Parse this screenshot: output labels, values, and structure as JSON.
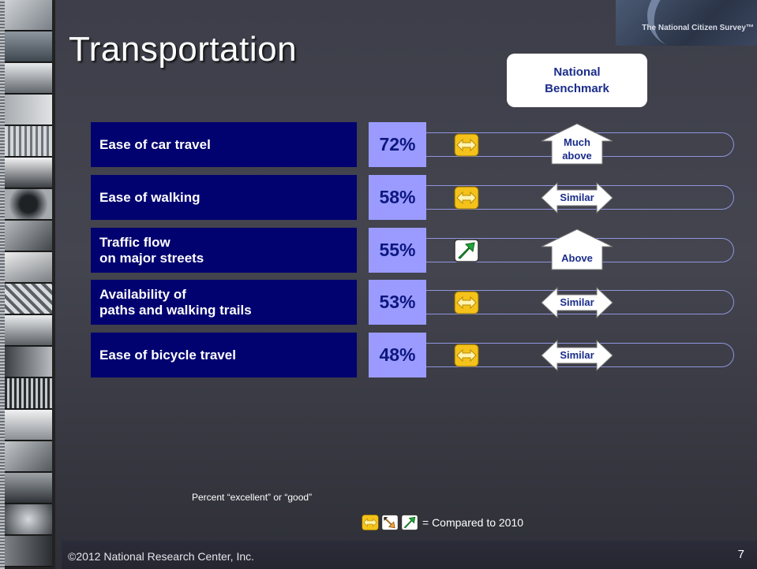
{
  "slide": {
    "title": "Transportation",
    "logo_text": "The National Citizen Survey™",
    "benchmark_header_line1": "National",
    "benchmark_header_line2": "Benchmark",
    "footnote": "Percent “excellent” or “good”",
    "legend_label": "= Compared to 2010",
    "copyright": "©2012 National Research Center, Inc.",
    "page_number": "7"
  },
  "colors": {
    "label_bg": "#010170",
    "pct_bg": "#9b9bff",
    "similar_icon": "#f4c21a",
    "increase_icon": "#22a33a"
  },
  "rows": [
    {
      "label": "Ease of car travel",
      "value": "72%",
      "comparison": "similar",
      "benchmark_line1": "Much",
      "benchmark_line2": "above",
      "benchmark_shape": "up-arrow"
    },
    {
      "label": "Ease of walking",
      "value": "58%",
      "comparison": "similar",
      "benchmark_line1": "Similar",
      "benchmark_line2": "",
      "benchmark_shape": "double-arrow"
    },
    {
      "label": "Traffic flow\non major streets",
      "value": "55%",
      "comparison": "increase",
      "benchmark_line1": "Above",
      "benchmark_line2": "",
      "benchmark_shape": "up-arrow"
    },
    {
      "label": "Availability of\npaths and walking trails",
      "value": "53%",
      "comparison": "similar",
      "benchmark_line1": "Similar",
      "benchmark_line2": "",
      "benchmark_shape": "double-arrow"
    },
    {
      "label": "Ease of bicycle travel",
      "value": "48%",
      "comparison": "similar",
      "benchmark_line1": "Similar",
      "benchmark_line2": "",
      "benchmark_shape": "double-arrow"
    }
  ],
  "legend_icons": [
    "similar-icon",
    "decrease-icon",
    "increase-icon"
  ]
}
